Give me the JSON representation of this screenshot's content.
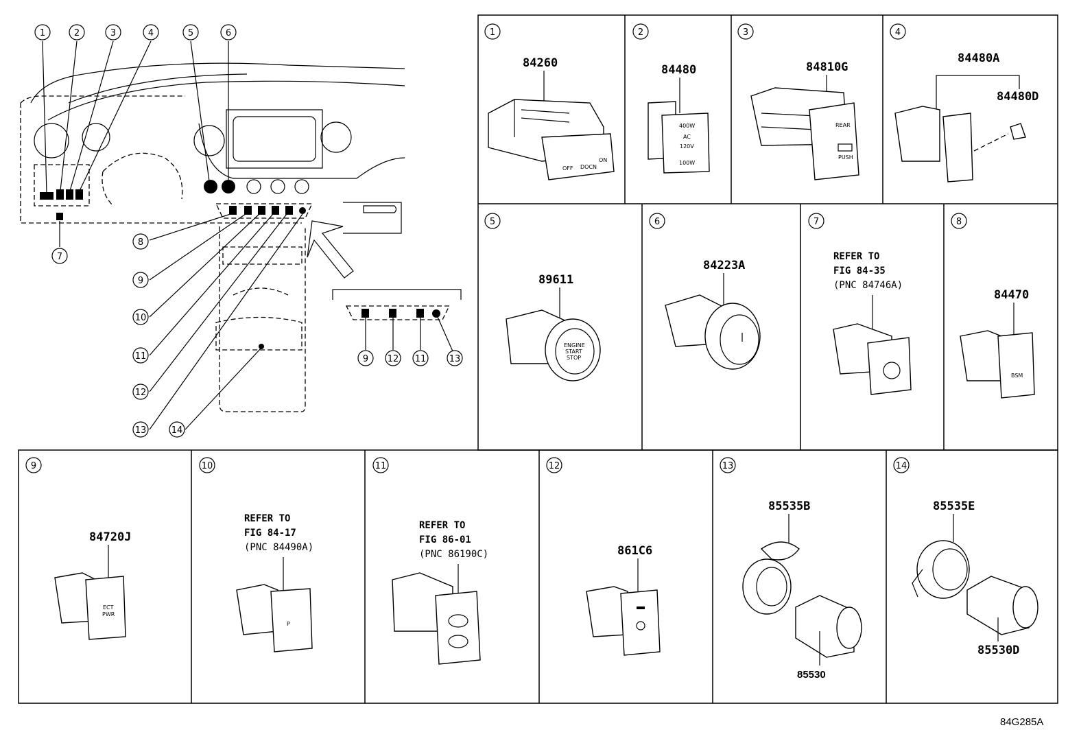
{
  "diagram_code": "84G285A",
  "callouts": [
    "1",
    "2",
    "3",
    "4",
    "5",
    "6",
    "7",
    "8",
    "9",
    "10",
    "11",
    "12",
    "13",
    "14"
  ],
  "panels": [
    {
      "num": "1",
      "part": "84260",
      "labels": [
        "OFF",
        "DOCN",
        "ON"
      ]
    },
    {
      "num": "2",
      "part": "84480",
      "labels": [
        "400W",
        "AC",
        "120V",
        "100W"
      ]
    },
    {
      "num": "3",
      "part": "84810G",
      "labels": [
        "REAR",
        "PUSH"
      ]
    },
    {
      "num": "4",
      "part": "84480A",
      "part2": "84480D"
    },
    {
      "num": "5",
      "part": "89611",
      "labels": [
        "ENGINE",
        "START",
        "STOP"
      ]
    },
    {
      "num": "6",
      "part": "84223A"
    },
    {
      "num": "7",
      "ref": [
        "REFER TO",
        "FIG 84-35",
        "(PNC 84746A)"
      ]
    },
    {
      "num": "8",
      "part": "84470",
      "labels": [
        "BSM"
      ]
    },
    {
      "num": "9",
      "part": "84720J",
      "labels": [
        "ECT",
        "PWR"
      ]
    },
    {
      "num": "10",
      "ref": [
        "REFER TO",
        "FIG 84-17",
        "(PNC 84490A)"
      ]
    },
    {
      "num": "11",
      "ref": [
        "REFER TO",
        "FIG 86-01",
        "(PNC 86190C)"
      ]
    },
    {
      "num": "12",
      "part": "861C6"
    },
    {
      "num": "13",
      "part": "85535B",
      "part2": "85530"
    },
    {
      "num": "14",
      "part": "85535E",
      "part2": "85530D"
    }
  ]
}
